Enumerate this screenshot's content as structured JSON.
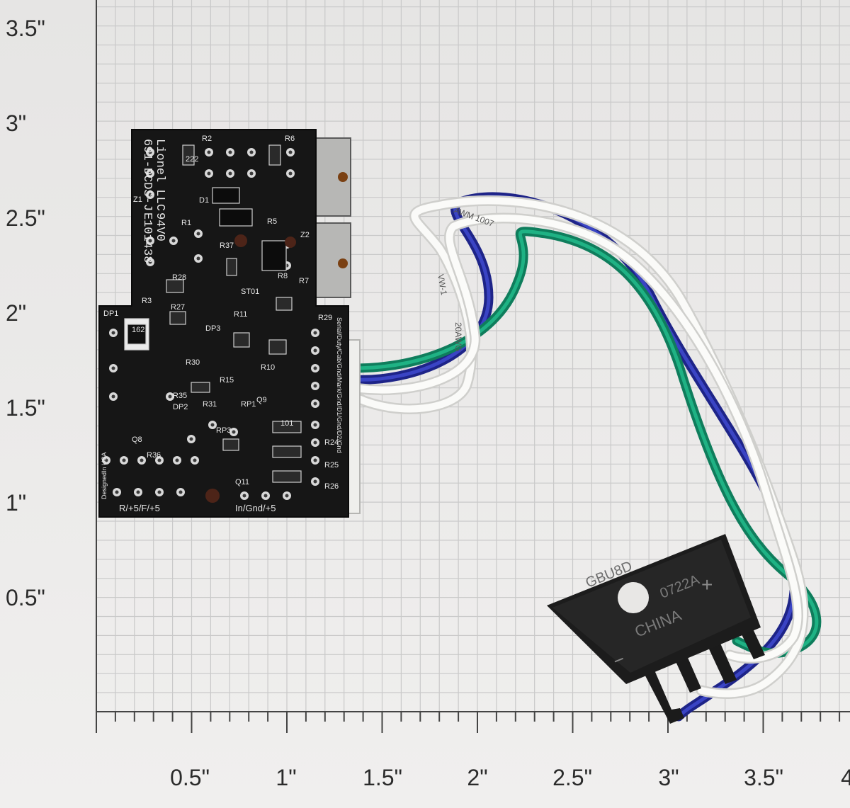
{
  "ruler": {
    "y_labels": [
      "3.5\"",
      "3\"",
      "2.5\"",
      "2\"",
      "1.5\"",
      "1\"",
      "0.5\""
    ],
    "x_labels": [
      "0.5\"",
      "1\"",
      "1.5\"",
      "2\"",
      "2.5\"",
      "3\"",
      "3.5\"",
      "4"
    ]
  },
  "board": {
    "silkscreen_title": [
      "Lionel LLC",
      "691-DCDS-J",
      "94V0",
      "E101438"
    ],
    "component_labels": [
      "R2",
      "R6",
      "D1",
      "R1",
      "R5",
      "Z2",
      "R37",
      "R8",
      "R7",
      "R28",
      "ST01",
      "R3",
      "R27",
      "R11",
      "R29",
      "DP1",
      "DP3",
      "DP2",
      "R10",
      "R30",
      "R15",
      "RP1",
      "R35",
      "Q9",
      "R31",
      "RP3",
      "Q8",
      "R36",
      "Q11",
      "R24",
      "R25",
      "R26",
      "Z1",
      "162",
      "101",
      "222"
    ],
    "connector_label_bottom_left": "R/+5/F/+5",
    "connector_label_bottom_right": "In/Gnd/+5",
    "connector_label_right": "Serial/Duty/Cab/Gnd/Mark/Gnd/D1/Gnd/D2/Gnd",
    "side_label": "DesignedIn USA"
  },
  "wires": {
    "print_white_1": "AWM 1007",
    "print_white_2": "VW-1",
    "print_white_3": "20AWG",
    "colors": {
      "blue": "#2a2f9e",
      "green": "#159a72",
      "white": "#f4f4f2"
    }
  },
  "rectifier": {
    "part": "GBU8D",
    "date_code": "0722A",
    "origin": "CHINA",
    "plus": "+",
    "minus": "−"
  }
}
